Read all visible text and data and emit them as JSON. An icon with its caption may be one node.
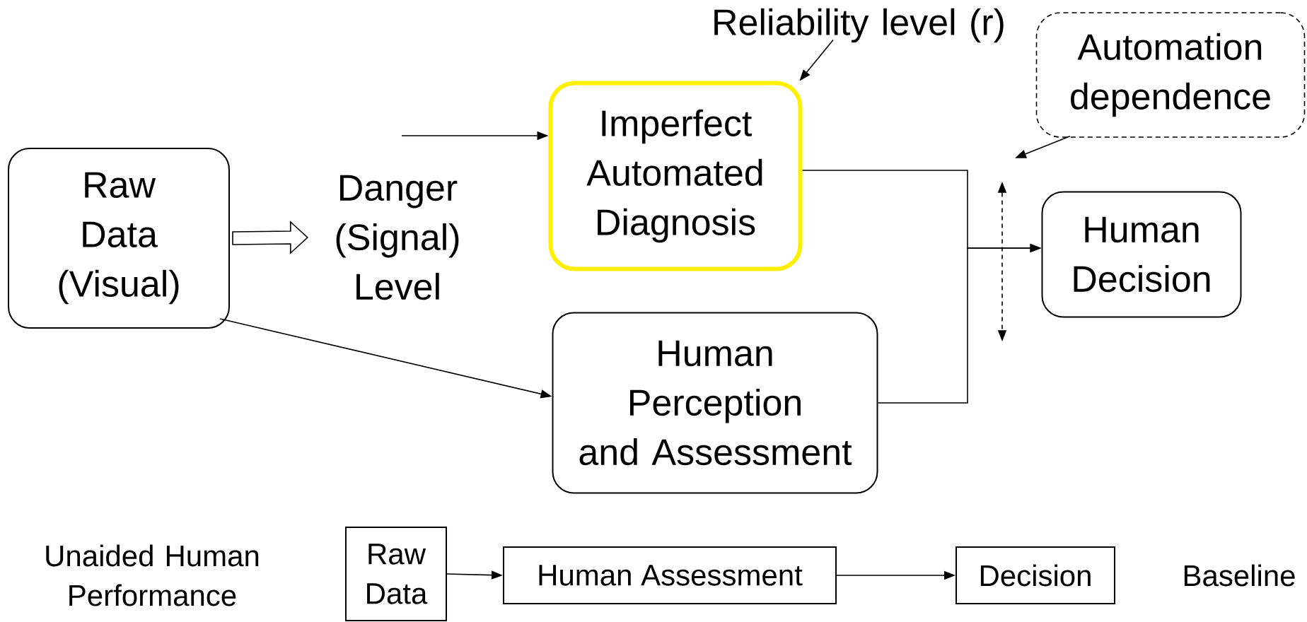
{
  "diagram": {
    "nodes": [
      {
        "text": [
          "Raw Data (Visual)"
        ]
      },
      {
        "text": [
          "Danger (Signal) Level"
        ]
      },
      {
        "text": [
          "Reliability level (r)"
        ]
      },
      {
        "text": [
          "Imperfect Automated Diagnosis"
        ]
      },
      {
        "text": [
          "Automation dependence"
        ]
      },
      {
        "text": [],
        "shape": "line"
      },
      {
        "text": [
          "Human Decision"
        ]
      },
      {
        "text": [
          "Human Perception and Assessment"
        ]
      },
      {
        "text": [
          "Raw Data"
        ]
      },
      {
        "text": [
          "Human Assessment"
        ]
      },
      {
        "text": [
          "Decision"
        ]
      }
    ],
    "edges": [
      {
        "from": 0,
        "to": 1,
        "arrow": "to"
      },
      {
        "from": null,
        "to": 3,
        "arrow": "to"
      },
      {
        "from": 2,
        "to": 3,
        "arrow": "to"
      },
      {
        "from": 4,
        "to": 5,
        "arrow": "to"
      },
      {
        "from": 3,
        "to": 6,
        "arrow": "to"
      },
      {
        "from": 7,
        "to": 6,
        "arrow": "to"
      },
      {
        "from": 0,
        "to": 7,
        "arrow": "to"
      },
      {
        "from": 8,
        "to": 9,
        "arrow": "to"
      },
      {
        "from": 9,
        "to": 10,
        "arrow": "to"
      }
    ],
    "labels": [
      "Unaided Human Performance",
      "Baseline"
    ]
  }
}
